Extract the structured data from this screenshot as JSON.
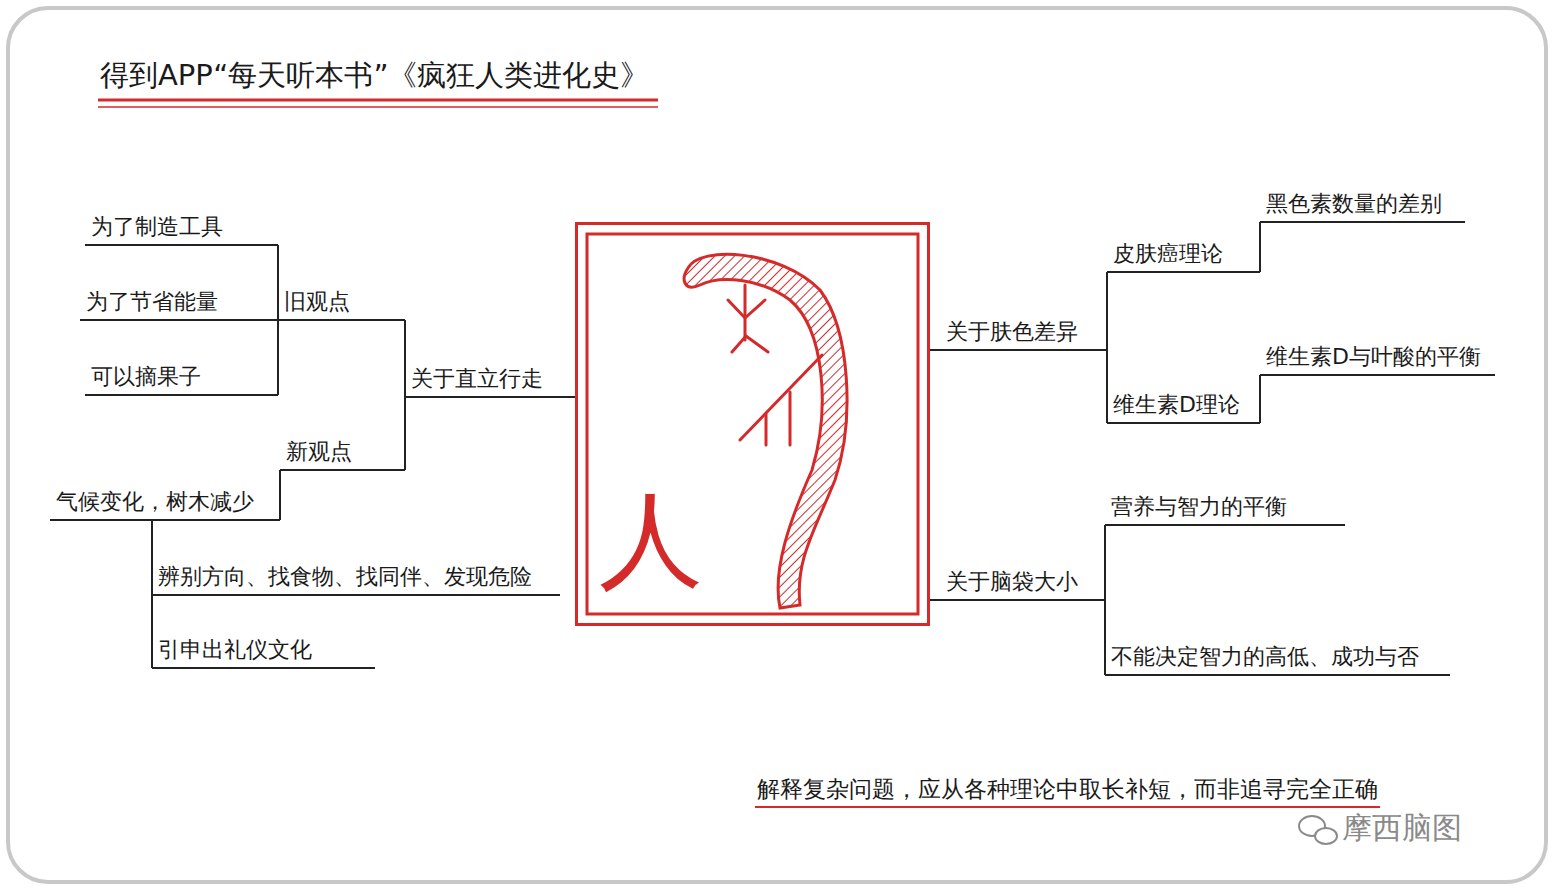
{
  "diagram": {
    "title": "得到APP“每天听本书”《疯狂人类进化史》",
    "nodes": [
      {
        "text": [
          "人"
        ]
      },
      {
        "text": [
          "关于直立行走"
        ]
      },
      {
        "text": [
          "旧观点"
        ]
      },
      {
        "text": [
          "为了制造工具"
        ]
      },
      {
        "text": [
          "为了节省能量"
        ]
      },
      {
        "text": [
          "可以摘果子"
        ]
      },
      {
        "text": [
          "新观点"
        ]
      },
      {
        "text": [
          "气候变化，树木减少"
        ]
      },
      {
        "text": [
          "辨别方向、找食物、找同伴、发现危险"
        ]
      },
      {
        "text": [
          "引申出礼仪文化"
        ]
      },
      {
        "text": [
          "关于肤色差异"
        ]
      },
      {
        "text": [
          "皮肤癌理论"
        ]
      },
      {
        "text": [
          "黑色素数量的差别"
        ]
      },
      {
        "text": [
          "维生素D理论"
        ]
      },
      {
        "text": [
          "维生素D与叶酸的平衡"
        ]
      },
      {
        "text": [
          "关于脑袋大小"
        ]
      },
      {
        "text": [
          "营养与智力的平衡"
        ]
      },
      {
        "text": [
          "不能决定智力的高低、成功与否"
        ]
      }
    ],
    "edges": [
      {
        "from": 0,
        "to": 1,
        "arrow": "none"
      },
      {
        "from": 1,
        "to": 2,
        "arrow": "none"
      },
      {
        "from": 2,
        "to": 3,
        "arrow": "none"
      },
      {
        "from": 2,
        "to": 4,
        "arrow": "none"
      },
      {
        "from": 2,
        "to": 5,
        "arrow": "none"
      },
      {
        "from": 1,
        "to": 6,
        "arrow": "none"
      },
      {
        "from": 6,
        "to": 7,
        "arrow": "none"
      },
      {
        "from": 7,
        "to": 8,
        "arrow": "none"
      },
      {
        "from": 7,
        "to": 9,
        "arrow": "none"
      },
      {
        "from": 0,
        "to": 10,
        "arrow": "none"
      },
      {
        "from": 10,
        "to": 11,
        "arrow": "none"
      },
      {
        "from": 11,
        "to": 12,
        "arrow": "none"
      },
      {
        "from": 10,
        "to": 13,
        "arrow": "none"
      },
      {
        "from": 13,
        "to": 14,
        "arrow": "none"
      },
      {
        "from": 0,
        "to": 15,
        "arrow": "none"
      },
      {
        "from": 15,
        "to": 16,
        "arrow": "none"
      },
      {
        "from": 15,
        "to": 17,
        "arrow": "none"
      }
    ],
    "labels": [
      "解释复杂问题，应从各种理论中取长补短，而非追寻完全正确",
      "摩西脑图"
    ]
  }
}
